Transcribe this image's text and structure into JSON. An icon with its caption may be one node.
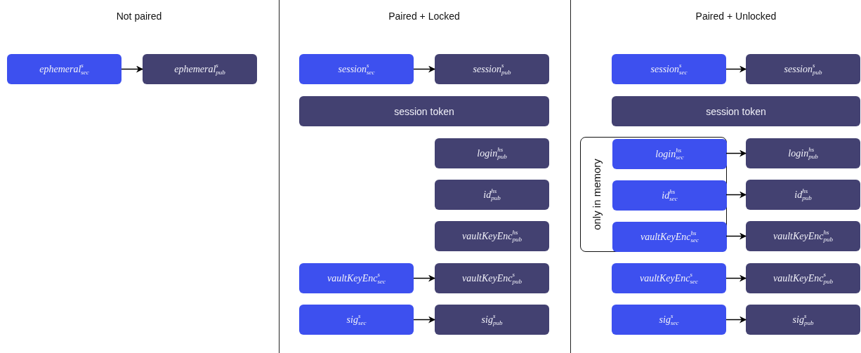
{
  "diagram": {
    "nodes": [
      {
        "text": [
          "ephemeral$^{s}$$_{sec}$"
        ]
      },
      {
        "text": [
          "ephemeral$^{s}$$_{pub}$"
        ]
      },
      {
        "text": [
          "session$^{s}$$_{sec}$"
        ]
      },
      {
        "text": [
          "session$^{s}$$_{pub}$"
        ]
      },
      {
        "text": [
          "session token"
        ]
      },
      {
        "text": [
          "login$^{hs}$$_{pub}$"
        ]
      },
      {
        "text": [
          "id$^{hs}$$_{pub}$"
        ]
      },
      {
        "text": [
          "vaultKeyEnc$^{hs}$$_{pub}$"
        ]
      },
      {
        "text": [
          "vaultKeyEnc$^{s}$$_{sec}$"
        ]
      },
      {
        "text": [
          "vaultKeyEnc$^{s}$$_{pub}$"
        ]
      },
      {
        "text": [
          "sig$^{s}$$_{sec}$"
        ]
      },
      {
        "text": [
          "sig$^{s}$$_{pub}$"
        ]
      },
      {
        "text": [
          "session$^{s}$$_{sec}$"
        ]
      },
      {
        "text": [
          "session$^{s}$$_{pub}$"
        ]
      },
      {
        "text": [
          "session token"
        ]
      },
      {
        "text": [
          "only in memory"
        ]
      },
      {
        "text": [
          "login$^{hs}$$_{sec}$"
        ],
        "in": 15
      },
      {
        "text": [
          "login$^{hs}$$_{pub}$"
        ]
      },
      {
        "text": [
          "id$^{hs}$$_{sec}$"
        ],
        "in": 15
      },
      {
        "text": [
          "id$^{hs}$$_{pub}$"
        ]
      },
      {
        "text": [
          "vaultKeyEnc$^{hs}$$_{sec}$"
        ],
        "in": 15
      },
      {
        "text": [
          "vaultKeyEnc$^{hs}$$_{pub}$"
        ]
      },
      {
        "text": [
          "vaultKeyEnc$^{s}$$_{sec}$"
        ]
      },
      {
        "text": [
          "vaultKeyEnc$^{s}$$_{pub}$"
        ]
      },
      {
        "text": [
          "sig$^{s}$$_{sec}$"
        ]
      },
      {
        "text": [
          "sig$^{s}$$_{pub}$"
        ]
      }
    ],
    "edges": [
      {
        "from": 0,
        "to": 1,
        "arrow": "to"
      },
      {
        "from": 2,
        "to": 3,
        "arrow": "to"
      },
      {
        "from": 8,
        "to": 9,
        "arrow": "to"
      },
      {
        "from": 10,
        "to": 11,
        "arrow": "to"
      },
      {
        "from": 12,
        "to": 13,
        "arrow": "to"
      },
      {
        "from": 16,
        "to": 17,
        "arrow": "to"
      },
      {
        "from": 18,
        "to": 19,
        "arrow": "to"
      },
      {
        "from": 20,
        "to": 21,
        "arrow": "to"
      },
      {
        "from": 22,
        "to": 23,
        "arrow": "to"
      },
      {
        "from": 24,
        "to": 25,
        "arrow": "to"
      }
    ],
    "labels": [
      "Not paired",
      "Paired + Locked",
      "Paired + Unlocked"
    ]
  }
}
